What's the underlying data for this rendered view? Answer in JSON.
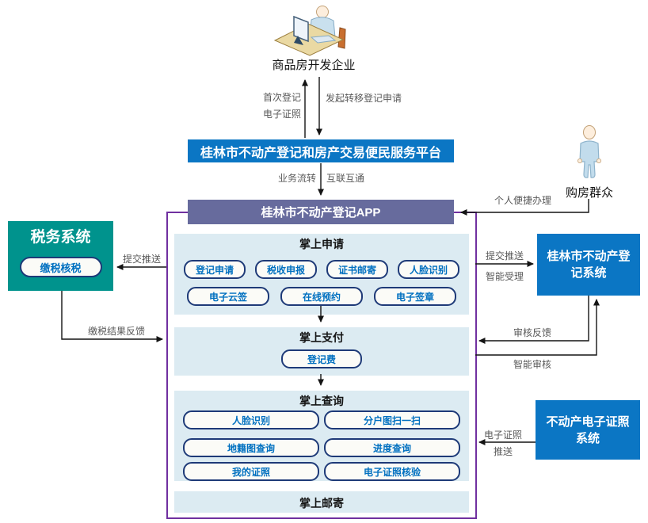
{
  "actors": {
    "developer": "商品房开发企业",
    "buyer": "购房群众"
  },
  "bars": {
    "platform": "桂林市不动产登记和房产交易便民服务平台",
    "app": "桂林市不动产登记APP"
  },
  "systems": {
    "tax": {
      "title": "税务系统",
      "button": "缴税核税"
    },
    "registration": {
      "title": "桂林市不动产登记系统"
    },
    "certificate": {
      "title": "不动产电子证照系统"
    }
  },
  "sections": {
    "apply": {
      "title": "掌上申请",
      "buttons_row1": [
        "登记申请",
        "税收申报",
        "证书邮寄",
        "人脸识别"
      ],
      "buttons_row2": [
        "电子云签",
        "在线预约",
        "电子签章"
      ]
    },
    "pay": {
      "title": "掌上支付",
      "button": "登记费"
    },
    "query": {
      "title": "掌上查询",
      "buttons": [
        [
          "人脸识别",
          "分户图扫一扫"
        ],
        [
          "地籍图查询",
          "进度查询"
        ],
        [
          "我的证照",
          "电子证照核验"
        ]
      ]
    },
    "mail": {
      "title": "掌上邮寄"
    }
  },
  "edges": {
    "first_registration": "首次登记",
    "e_license": "电子证照",
    "transfer_apply": "发起转移登记申请",
    "business_flow": "业务流转",
    "interconnect": "互联互通",
    "personal_handle": "个人便捷办理",
    "submit_push_tax": "提交推送",
    "tax_result_feedback": "缴税结果反馈",
    "submit_push_reg": "提交推送",
    "smart_accept": "智能受理",
    "review_feedback": "审核反馈",
    "smart_review": "智能审核",
    "e_license_push_line1": "电子证照",
    "e_license_push_line2": "推送"
  },
  "colors": {
    "bar_blue": "#0b76c4",
    "app_slate": "#676b9d",
    "tax_teal": "#00938d",
    "section_bg": "#dcebf2",
    "container_border": "#7030a0",
    "pill_border": "#1e3a78",
    "pill_text": "#0070c0",
    "edge_label_gray": "#595959"
  }
}
